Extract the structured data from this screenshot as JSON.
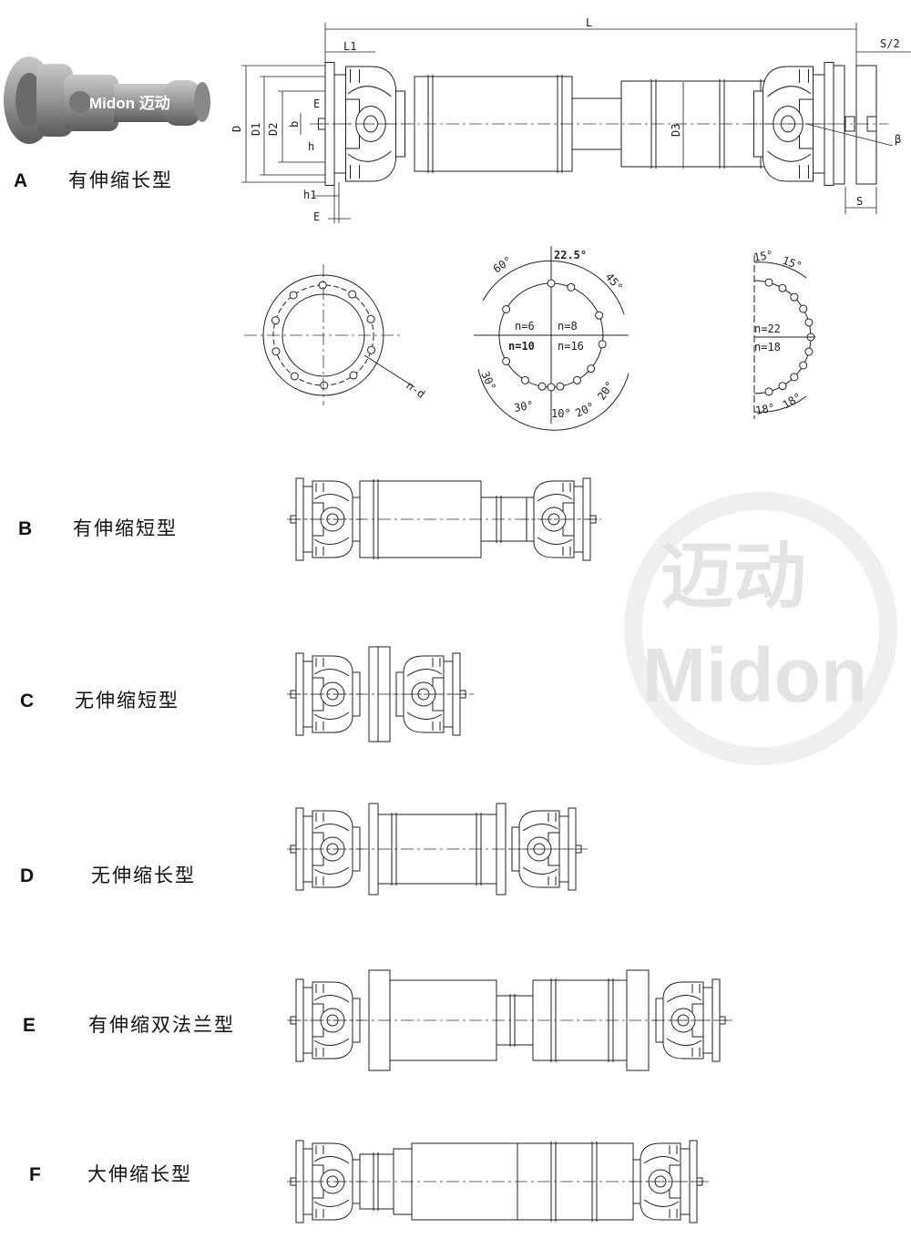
{
  "watermark": {
    "brand_cn": "迈动",
    "brand_en": "Midon"
  },
  "photo": {
    "caption": "Midon 迈动"
  },
  "types": [
    {
      "letter": "A",
      "name": "有伸缩长型"
    },
    {
      "letter": "B",
      "name": "有伸缩短型"
    },
    {
      "letter": "C",
      "name": "无伸缩短型"
    },
    {
      "letter": "D",
      "name": "无伸缩长型"
    },
    {
      "letter": "E",
      "name": "有伸缩双法兰型"
    },
    {
      "letter": "F",
      "name": "大伸缩长型"
    }
  ],
  "dimensions": {
    "L": "L",
    "L1": "L1",
    "S_half": "S/2",
    "D": "D",
    "D1": "D1",
    "D2": "D2",
    "b": "b",
    "E_top": "E",
    "h": "h",
    "h1": "h1",
    "E_bottom": "E",
    "D3": "D3",
    "beta": "β",
    "S": "S",
    "nd": "n-d"
  },
  "bolt_patterns": {
    "a60": "60°",
    "a22_5": "22.5°",
    "a45": "45°",
    "n6": "n=6",
    "n8": "n=8",
    "n10": "n=10",
    "n16": "n=16",
    "a30_left": "30°",
    "a30_bottom": "30°",
    "a10": "10°",
    "a20_a": "20°",
    "a20_b": "20°",
    "a15_a": "15°",
    "a15_b": "15°",
    "n22": "n=22",
    "n18": "n=18",
    "a18_a": "18°",
    "a18_b": "18°"
  }
}
